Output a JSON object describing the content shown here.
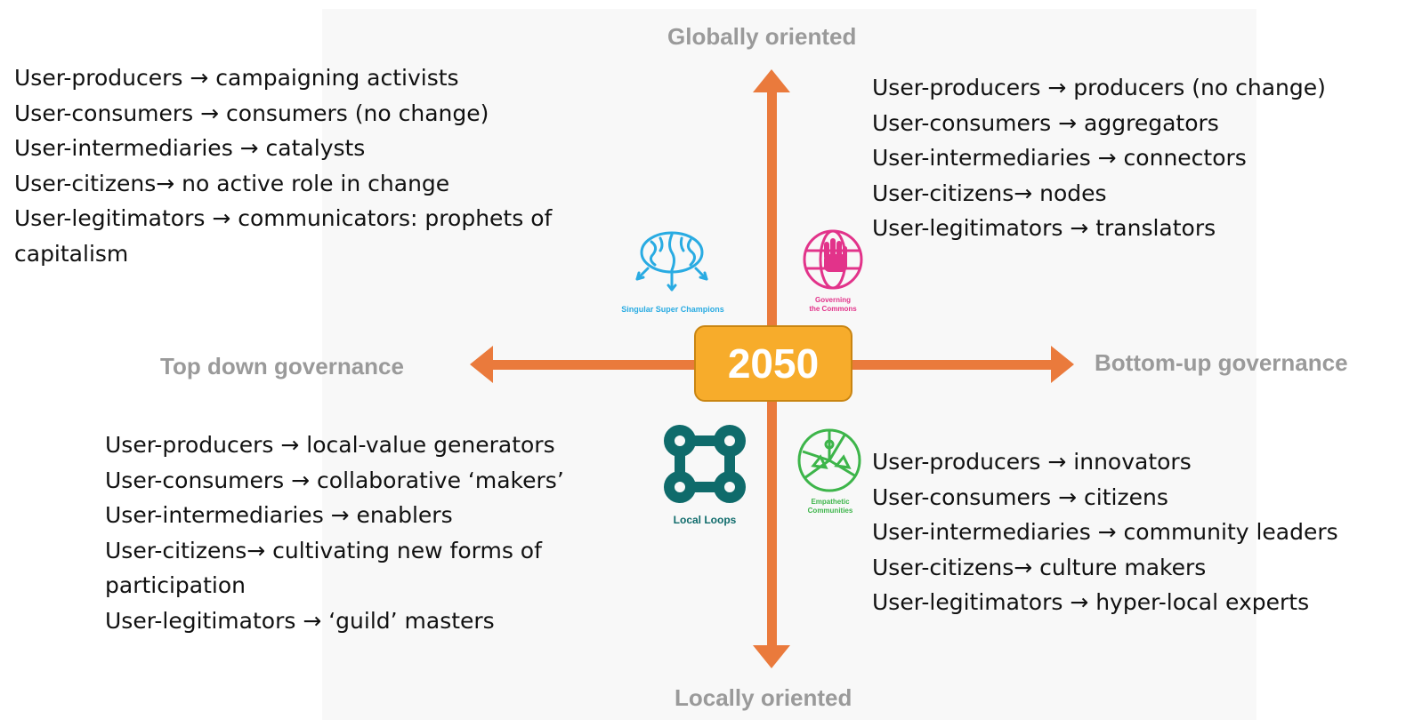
{
  "axes": {
    "top": "Globally oriented",
    "bottom": "Locally oriented",
    "left": "Top down governance",
    "right": "Bottom-up governance"
  },
  "center": "2050",
  "quadrants": {
    "top_left": {
      "items": [
        "User-producers → campaigning activists",
        "User-consumers → consumers (no change)",
        "User-intermediaries → catalysts",
        "User-citizens→ no active role in change",
        "User-legitimators → communicators: prophets of",
        "capitalism"
      ]
    },
    "top_right": {
      "items": [
        "User-producers → producers (no change)",
        "User-consumers → aggregators",
        "User-intermediaries → connectors",
        "User-citizens→ nodes",
        "User-legitimators → translators"
      ]
    },
    "bottom_left": {
      "items": [
        "User-producers → local-value generators",
        "User-consumers → collaborative ‘makers’",
        "User-intermediaries → enablers",
        "User-citizens→ cultivating new forms of",
        "participation",
        "User-legitimators → ‘guild’ masters"
      ]
    },
    "bottom_right": {
      "items": [
        "User-producers → innovators",
        "User-consumers → citizens",
        "User-intermediaries → community leaders",
        "User-citizens→ culture makers",
        "User-legitimators → hyper-local experts"
      ]
    }
  },
  "icons": {
    "brain": {
      "name": "brain-icon",
      "caption": "Singular Super Champions",
      "color": "#29abe2"
    },
    "globe_hand": {
      "name": "globe-hand-icon",
      "caption_lines": [
        "Governing",
        "the Commons"
      ],
      "color": "#e2338a"
    },
    "loops": {
      "name": "loops-icon",
      "caption": "Local Loops",
      "color": "#0f6b6b"
    },
    "empathetic": {
      "name": "empathetic-icon",
      "caption_lines": [
        "Empathetic",
        "Communities"
      ],
      "color": "#3db54a"
    }
  },
  "colors": {
    "axis": "#ea7a3c",
    "badge": "#f7ac2b",
    "axis_label": "#9a9a9a"
  }
}
